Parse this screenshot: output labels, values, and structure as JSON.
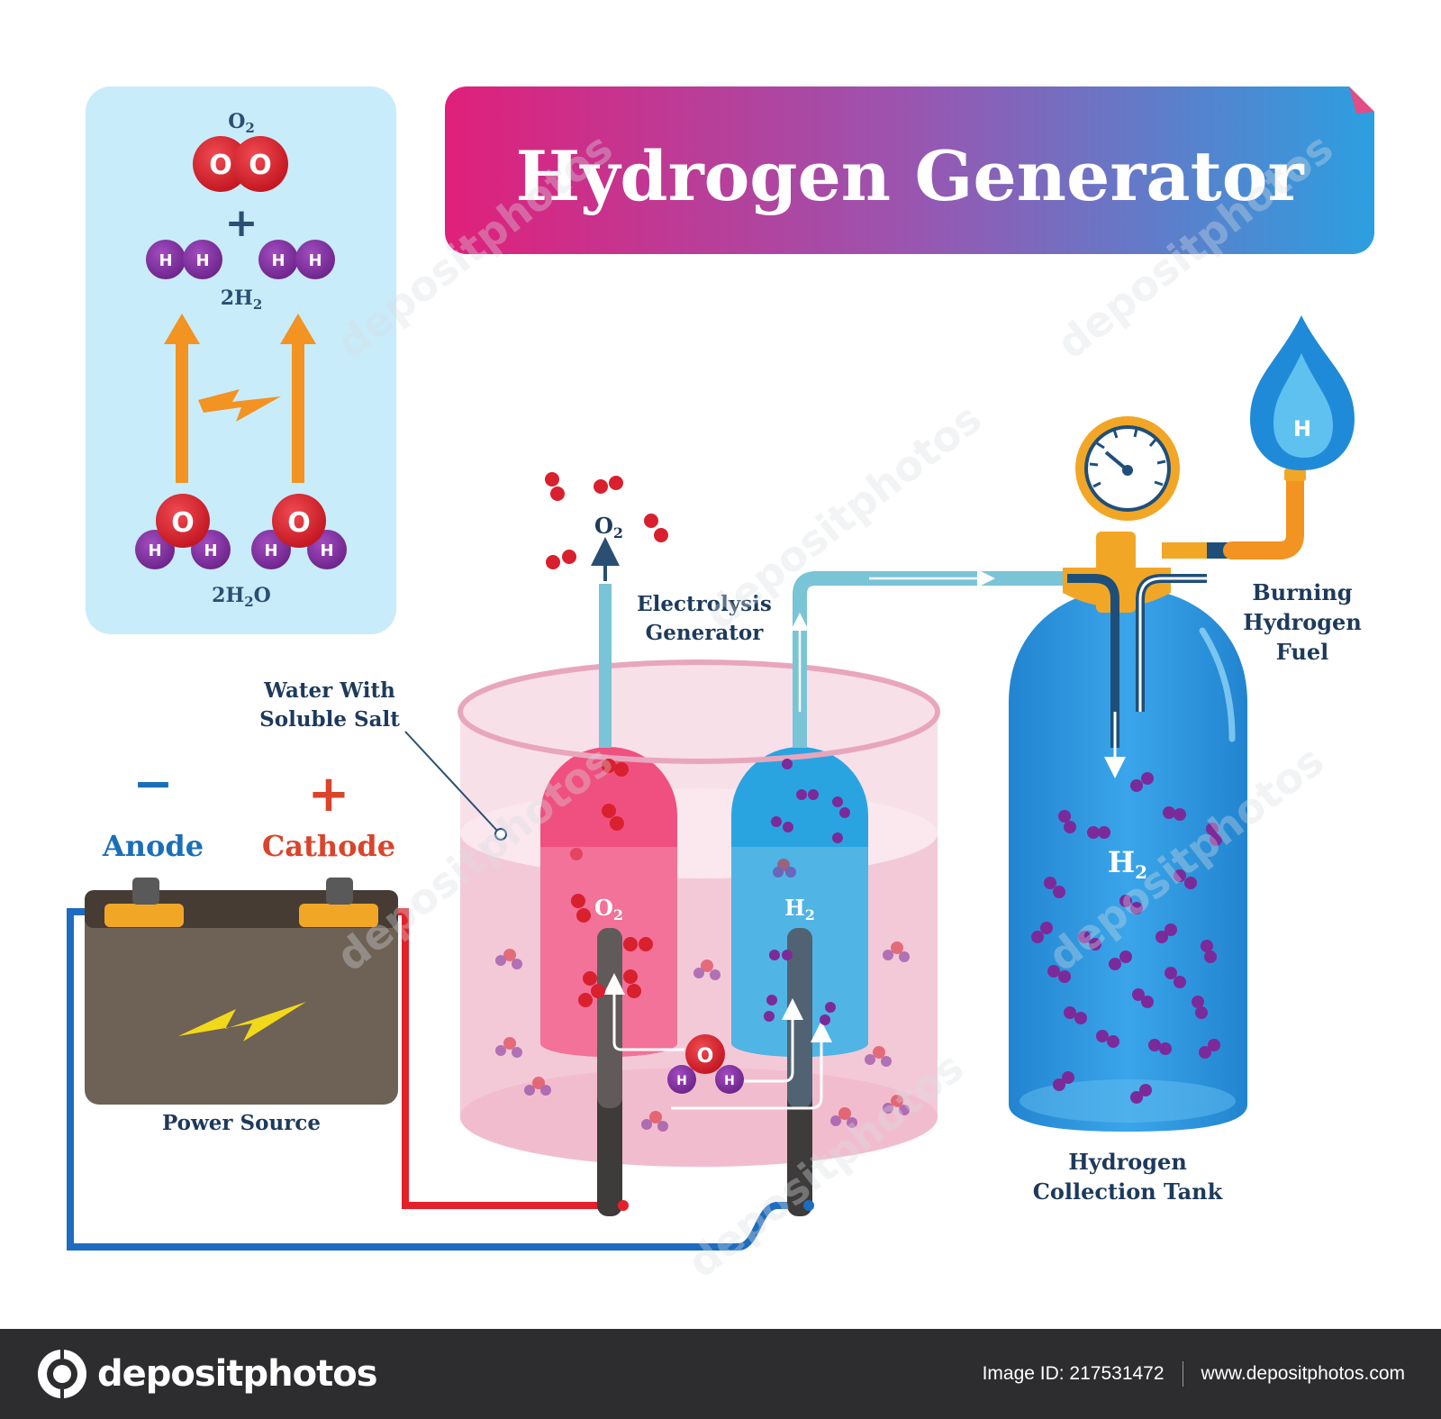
{
  "title": "Hydrogen Generator",
  "colors": {
    "title_gradient_start": "#e0207a",
    "title_gradient_end": "#2c9fe0",
    "inset_bg": "#c9ecfb",
    "oxygen": "#d9202e",
    "hydrogen_purple": "#7c2a9a",
    "arrow_orange": "#f29322",
    "anode_blue": "#1b6fb8",
    "cathode_red": "#d9442b",
    "label_navy": "#1d3a5c",
    "tank_blue": "#2a92dc",
    "wire_red": "#e4202a",
    "wire_blue": "#1d6cc0",
    "footer_bg": "#2d2d2f"
  },
  "reaction": {
    "o2_label": "O",
    "o2_sub": "2",
    "plus": "+",
    "h2_label": "2H",
    "h2_sub": "2",
    "h2o_label_pre": "2H",
    "h2o_label_sub": "2",
    "h2o_label_post": "O",
    "atom_o": "O",
    "atom_h": "H"
  },
  "battery": {
    "anode_sign": "−",
    "anode_label": "Anode",
    "cathode_sign": "+",
    "cathode_label": "Cathode",
    "caption": "Power Source"
  },
  "electrolysis": {
    "water_label_line1": "Water With",
    "water_label_line2": "Soluble Salt",
    "generator_label_line1": "Electrolysis",
    "generator_label_line2": "Generator",
    "left_chamber": "O",
    "left_chamber_sub": "2",
    "right_chamber": "H",
    "right_chamber_sub": "2",
    "top_gas": "O",
    "top_gas_sub": "2"
  },
  "tank": {
    "gas_label": "H",
    "gas_sub": "2",
    "caption_line1": "Hydrogen",
    "caption_line2": "Collection Tank"
  },
  "flame": {
    "atom": "H",
    "caption_line1": "Burning",
    "caption_line2": "Hydrogen",
    "caption_line3": "Fuel"
  },
  "footer": {
    "brand": "depositphotos",
    "image_id": "Image ID: 217531472",
    "url": "www.depositphotos.com"
  },
  "watermark": "depositphotos"
}
